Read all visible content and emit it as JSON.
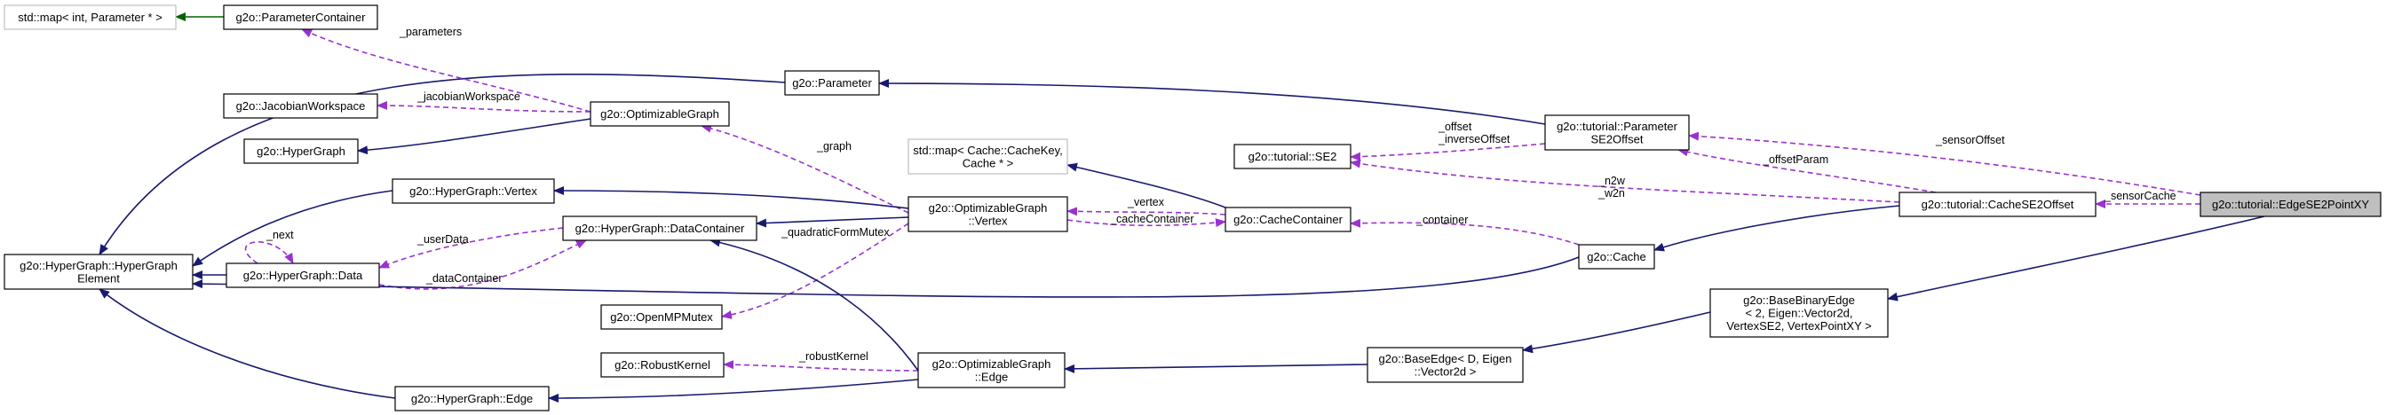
{
  "nodes": {
    "stdmap_param": [
      "std::map< int, Parameter * >"
    ],
    "param_container": [
      "g2o::ParameterContainer"
    ],
    "jacobian_ws": [
      "g2o::JacobianWorkspace"
    ],
    "hypergraph": [
      "g2o::HyperGraph"
    ],
    "hg_element": [
      "g2o::HyperGraph::HyperGraph",
      "Element"
    ],
    "hg_vertex": [
      "g2o::HyperGraph::Vertex"
    ],
    "hg_datacontainer": [
      "g2o::HyperGraph::DataContainer"
    ],
    "hg_data": [
      "g2o::HyperGraph::Data"
    ],
    "openmp_mutex": [
      "g2o::OpenMPMutex"
    ],
    "robust_kernel": [
      "g2o::RobustKernel"
    ],
    "hg_edge": [
      "g2o::HyperGraph::Edge"
    ],
    "opt_graph": [
      "g2o::OptimizableGraph"
    ],
    "parameter": [
      "g2o::Parameter"
    ],
    "stdmap_cache": [
      "std::map< Cache::CacheKey,",
      "Cache * >"
    ],
    "opt_vertex": [
      "g2o::OptimizableGraph",
      "::Vertex"
    ],
    "cache_container": [
      "g2o::CacheContainer"
    ],
    "opt_edge": [
      "g2o::OptimizableGraph",
      "::Edge"
    ],
    "tutorial_se2": [
      "g2o::tutorial::SE2"
    ],
    "param_se2offset": [
      "g2o::tutorial::Parameter",
      "SE2Offset"
    ],
    "cache": [
      "g2o::Cache"
    ],
    "base_edge": [
      "g2o::BaseEdge< D, Eigen",
      "::Vector2d >"
    ],
    "cache_se2offset": [
      "g2o::tutorial::CacheSE2Offset"
    ],
    "base_binary_edge": [
      "g2o::BaseBinaryEdge",
      "< 2, Eigen::Vector2d,",
      "VertexSE2, VertexPointXY >"
    ],
    "edge_se2pointxy": [
      "g2o::tutorial::EdgeSE2PointXY"
    ]
  },
  "edge_labels": {
    "parameters": "_parameters",
    "jacobian_workspace": "_jacobianWorkspace",
    "graph": "_graph",
    "next": "_next",
    "user_data": "_userData",
    "data_container": "_dataContainer",
    "quadratic_form_mutex": "_quadraticFormMutex",
    "vertex": "_vertex",
    "cache_container": "_cacheContainer",
    "robust_kernel": "_robustKernel",
    "container": "_container",
    "offset": [
      "_offset",
      "_inverseOffset"
    ],
    "n2w": [
      "_n2w",
      "_w2n"
    ],
    "offset_param": "_offsetParam",
    "sensor_offset": "_sensorOffset",
    "sensor_cache": "_sensorCache"
  }
}
